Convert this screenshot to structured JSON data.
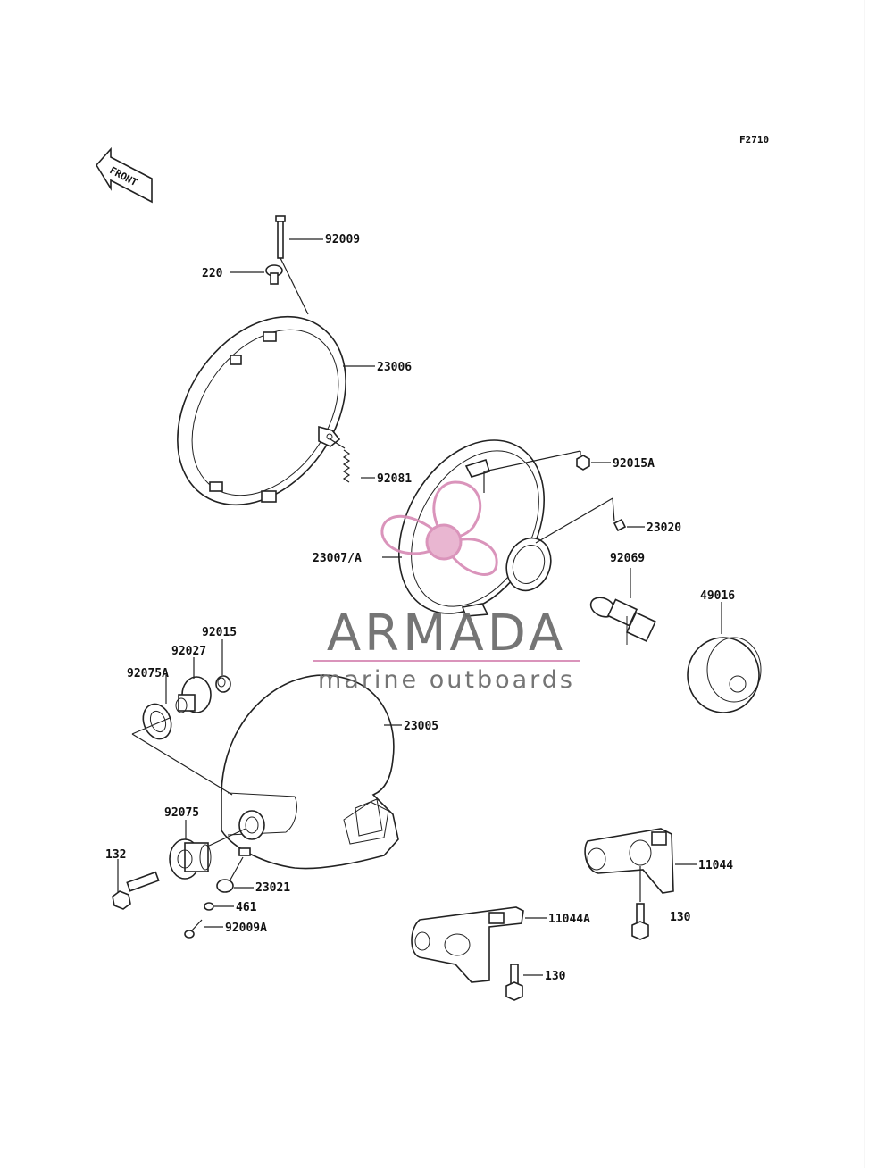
{
  "diagram_code": "F2710",
  "front_label": "FRONT",
  "parts": {
    "p92009": "92009",
    "p220": "220",
    "p23006": "23006",
    "p92081": "92081",
    "p92015A": "92015A",
    "p23020": "23020",
    "p23007A": "23007/A",
    "p92069": "92069",
    "p49016": "49016",
    "p92015": "92015",
    "p92027": "92027",
    "p92075A": "92075A",
    "p23005": "23005",
    "p92075": "92075",
    "p132": "132",
    "p23021": "23021",
    "p461": "461",
    "p92009A": "92009A",
    "p11044": "11044",
    "p130a": "130",
    "p11044A": "11044A",
    "p130b": "130"
  },
  "watermark": {
    "brand": "ARMADA",
    "tagline": "marine outboards",
    "accent_color": "#d98fb8",
    "text_color": "#6e6e6e"
  }
}
